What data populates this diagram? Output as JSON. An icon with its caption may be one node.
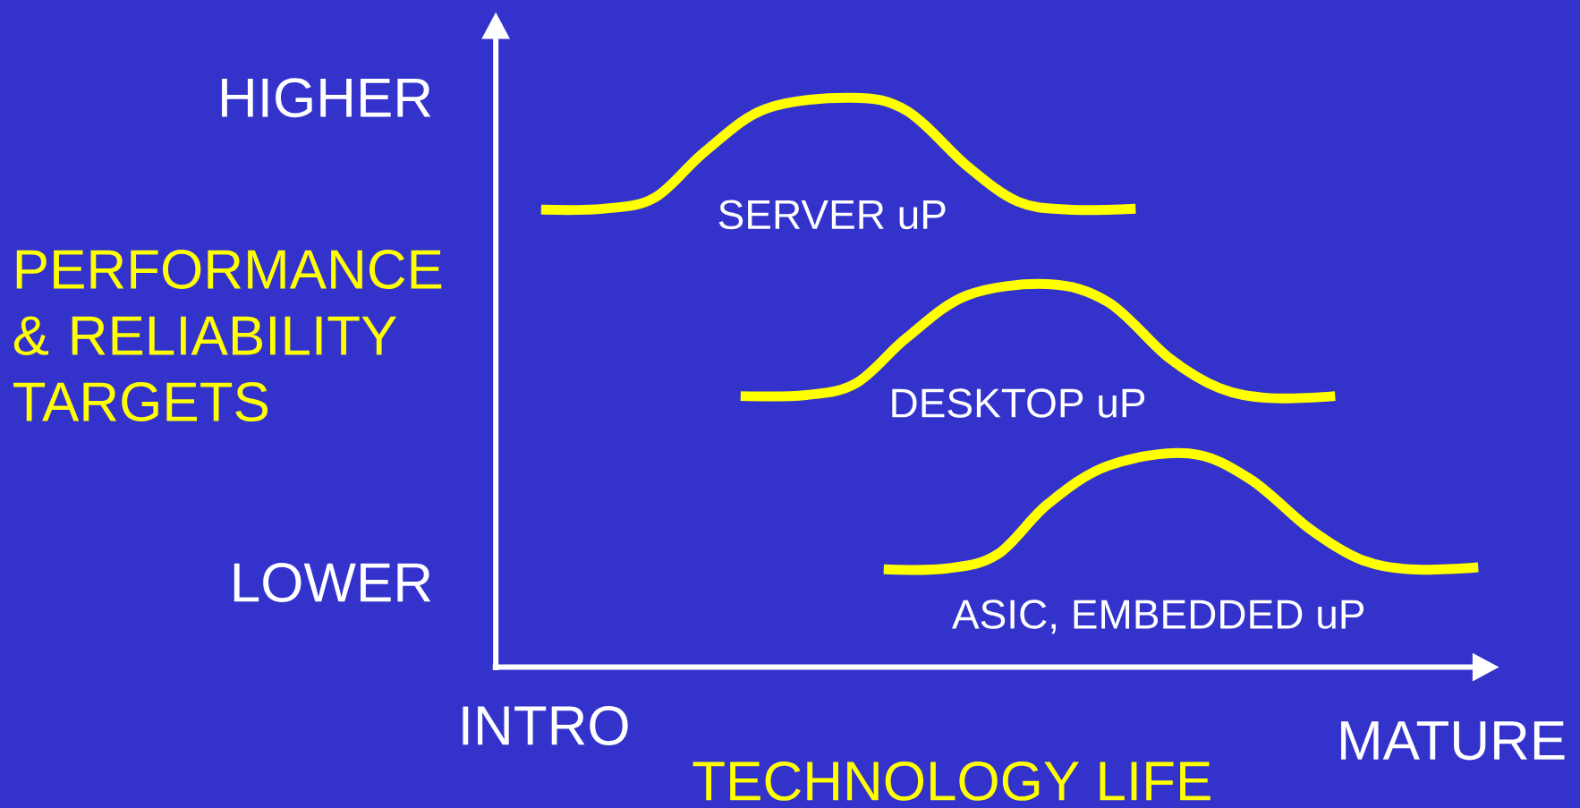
{
  "diagram": {
    "labels": [
      "HIGHER",
      "PERFORMANCE & RELIABILITY TARGETS",
      "SERVER uP",
      "DESKTOP uP",
      "LOWER",
      "ASIC, EMBEDDED uP",
      "INTRO",
      "MATURE",
      "TECHNOLOGY LIFE"
    ]
  }
}
